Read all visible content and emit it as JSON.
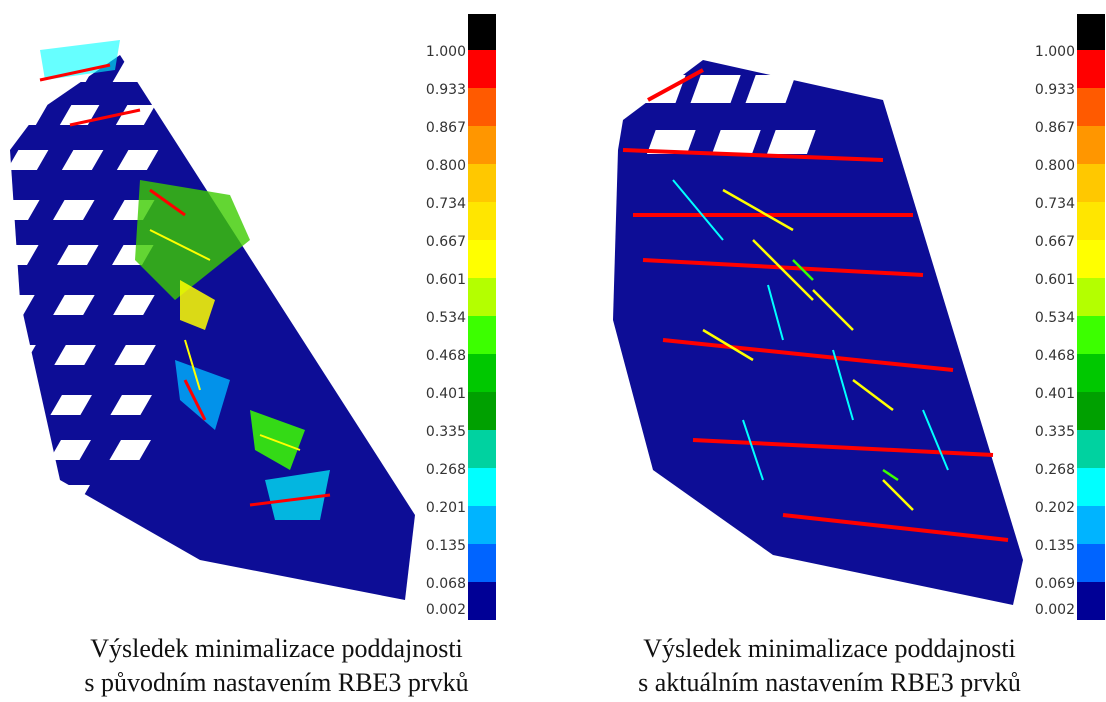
{
  "panels": [
    {
      "caption_line1": "Výsledek minimalizace poddajnosti",
      "caption_line2": "s původním nastavením RBE3 prvků",
      "scale_labels": [
        "1.000",
        "0.933",
        "0.867",
        "0.800",
        "0.734",
        "0.667",
        "0.601",
        "0.534",
        "0.468",
        "0.401",
        "0.335",
        "0.268",
        "0.201",
        "0.135",
        "0.068",
        "0.002"
      ]
    },
    {
      "caption_line1": "Výsledek minimalizace poddajnosti",
      "caption_line2": "s aktuálním nastavením RBE3 prvků",
      "scale_labels": [
        "1.000",
        "0.933",
        "0.867",
        "0.800",
        "0.734",
        "0.667",
        "0.601",
        "0.534",
        "0.468",
        "0.401",
        "0.335",
        "0.268",
        "0.202",
        "0.135",
        "0.069",
        "0.002"
      ]
    }
  ],
  "scale_colors": [
    "#000000",
    "#ff0000",
    "#ff5a00",
    "#ff9600",
    "#ffc800",
    "#ffe600",
    "#ffff00",
    "#b4ff00",
    "#3cff00",
    "#00c800",
    "#00a000",
    "#00d2a0",
    "#00ffff",
    "#00b4ff",
    "#0064ff",
    "#0000ff",
    "#000096"
  ]
}
